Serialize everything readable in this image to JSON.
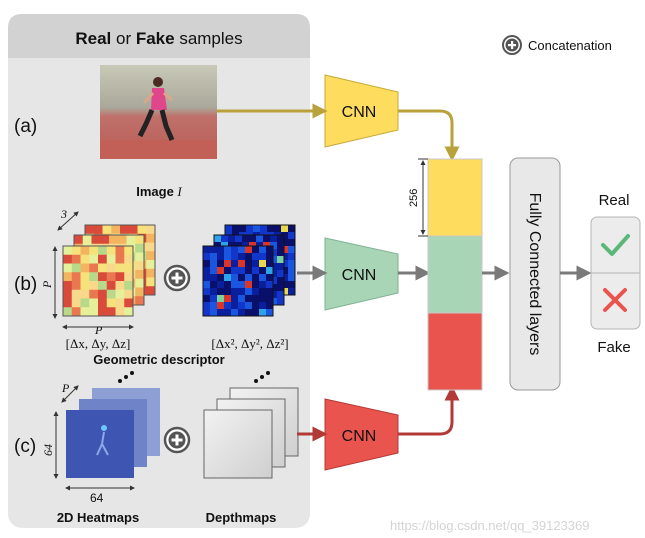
{
  "header": {
    "title_bold_1": "Real",
    "title_mid": " or ",
    "title_bold_2": "Fake",
    "title_end": " samples"
  },
  "legend": {
    "label": "Concatenation",
    "icon": "plus-circle-icon"
  },
  "rows": {
    "a": {
      "tag": "(a)",
      "caption": "Image ",
      "caption_var": "I"
    },
    "b": {
      "tag": "(b)",
      "caption": "Geometric descriptor",
      "left_formula": "[Δx, Δy, Δz]",
      "right_formula": "[Δx², Δy², Δz²]",
      "dim_top": "3",
      "dim_side": "P",
      "dim_bottom": "P"
    },
    "c": {
      "tag": "(c)",
      "caption_left": "2D Heatmaps",
      "caption_right": "Depthmaps",
      "dim_top": "P",
      "dim_side": "64",
      "dim_bottom": "64"
    }
  },
  "cnn": {
    "a": "CNN",
    "b": "CNN",
    "c": "CNN"
  },
  "concat": {
    "dim_label": "256"
  },
  "fc": {
    "label": "Fully Connected layers"
  },
  "output": {
    "real": "Real",
    "fake": "Fake"
  },
  "watermark": "https://blog.csdn.net/qq_39123369",
  "colors": {
    "yellow": "#fedc5e",
    "green": "#a8d5b5",
    "red": "#e9544f",
    "panel": "#e6e6e6",
    "panel_header": "#d2d2d2",
    "arrow_yellow": "#b9a13c",
    "arrow_red": "#b13a36",
    "arrow_gray": "#7a7a7a"
  }
}
